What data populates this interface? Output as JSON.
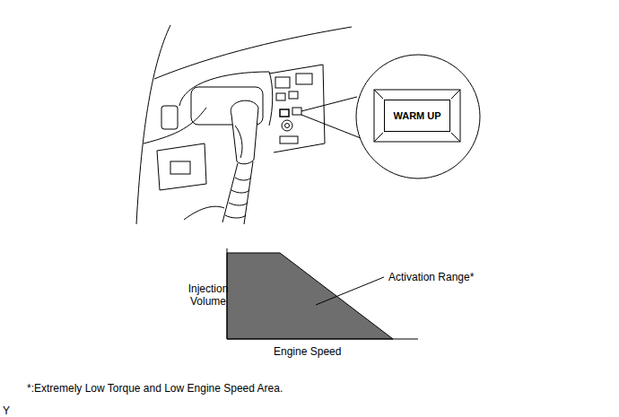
{
  "diagram": {
    "nodes": [
      {
        "text": [
          "WARM UP"
        ]
      }
    ],
    "labels": [
      "Injection Volume",
      "Activation Range*",
      "Engine Speed",
      "*:Extremely Low Torque and Low Engine Speed Area.",
      "Y"
    ]
  }
}
